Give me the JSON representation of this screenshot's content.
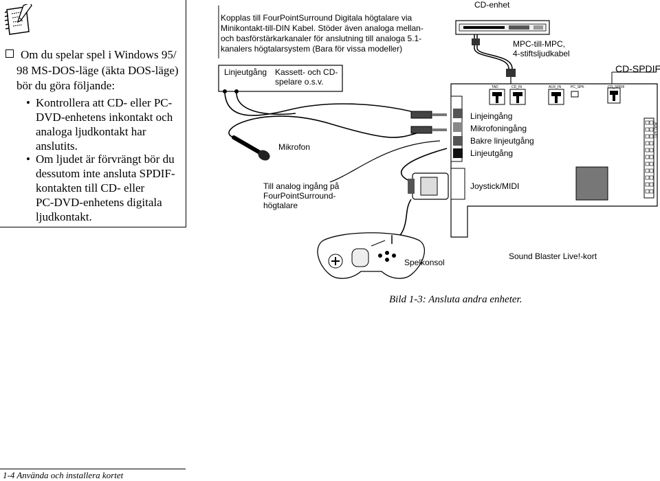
{
  "note": {
    "icon": "note-pencil-icon",
    "lines": [
      "Om du spelar spel i Windows 95/",
      "98 MS-DOS-läge (äkta DOS-läge)",
      "bör du göra följande:"
    ],
    "bullet1": [
      "Kontrollera att CD- eller PC-",
      "DVD-enhetens inkontakt och",
      "analoga ljudkontakt har",
      "anslutits."
    ],
    "bullet2": [
      "Om ljudet är förvrängt bör du",
      "dessutom inte ansluta SPDIF-",
      "kontakten till CD- eller",
      "PC-DVD-enhetens digitala",
      "ljudkontakt."
    ]
  },
  "diagram": {
    "fps_text": [
      "Kopplas till FourPointSurround Digitala högtalare via",
      "Minikontakt-till-DIN Kabel. Stöder även analoga mellan-",
      "och basförstärkarkanaler för anslutning till analoga 5.1-",
      "kanalers högtalarsystem (Bara för vissa modeller)"
    ],
    "line_out_left": "Linjeutgång",
    "cassette": [
      "Kassett- och CD-",
      "spelare o.s.v."
    ],
    "microphone": "Mikrofon",
    "analog_input": [
      "Till analog ingång på",
      "FourPointSurround-",
      "högtalare"
    ],
    "cd_drive": "CD-enhet",
    "mpc_cable": [
      "MPC-till-MPC,",
      "4-stiftsljudkabel"
    ],
    "cd_spdif": "CD-SPDIF",
    "line_in": "Linjeingång",
    "mic_in": "Mikrofoningång",
    "rear_line_out": "Bakre linjeutgång",
    "line_out": "Linjeutgång",
    "joystick": "Joystick/MIDI",
    "gamepad": "Spelkonsol",
    "card_name": "Sound Blaster Live!-kort",
    "card_labels": {
      "tad": "TAD",
      "cd_in": "CD_IN",
      "aux_in": "AUX_IN",
      "pc_spk": "PC_SPK",
      "cd_spdif": "CD_SPDIF",
      "aud_ext": "AUD_EXT"
    }
  },
  "caption": "Bild 1-3:   Ansluta andra enheter.",
  "footer": "1-4   Använda och installera kortet"
}
